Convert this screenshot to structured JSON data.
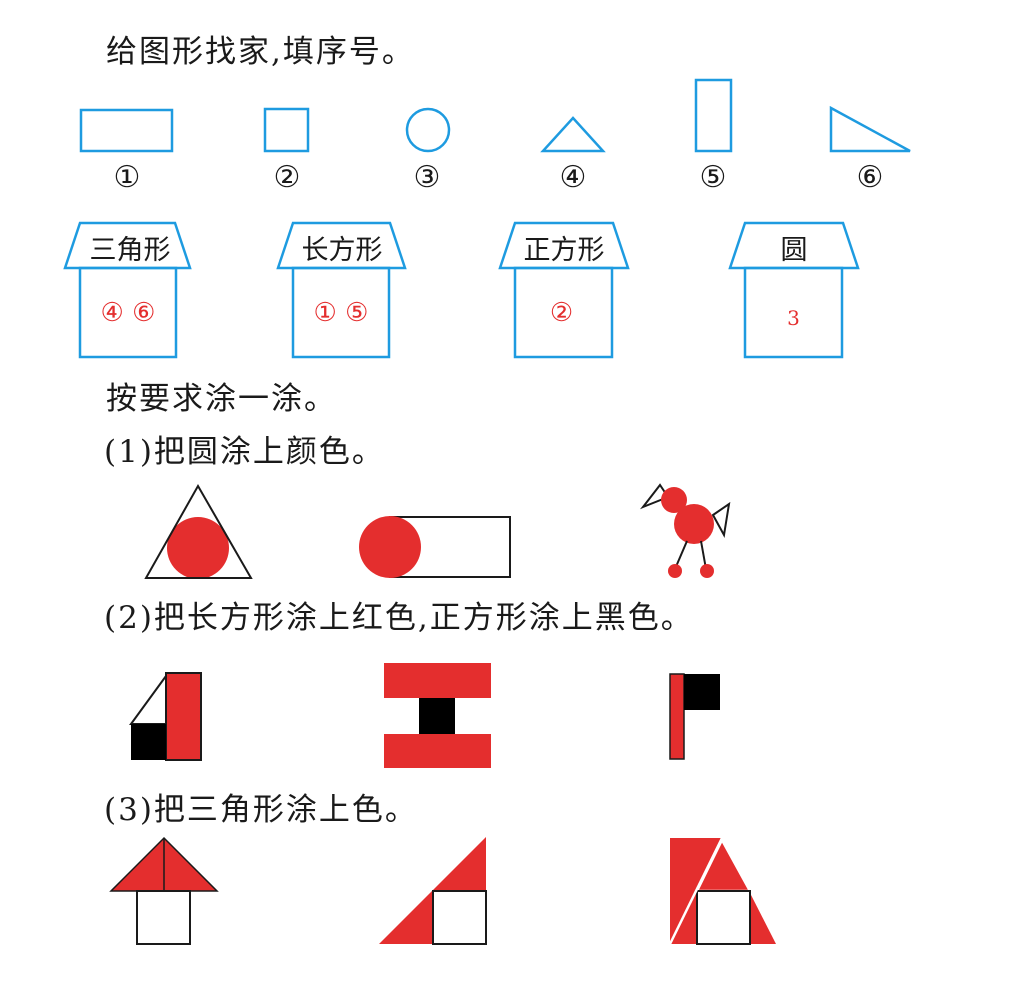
{
  "section1": {
    "title": "给图形找家,填序号。",
    "shapes": [
      {
        "number": "①",
        "icon": "rectangle-icon"
      },
      {
        "number": "②",
        "icon": "square-icon"
      },
      {
        "number": "③",
        "icon": "circle-icon"
      },
      {
        "number": "④",
        "icon": "triangle-icon"
      },
      {
        "number": "⑤",
        "icon": "tall-rectangle-icon"
      },
      {
        "number": "⑥",
        "icon": "right-triangle-icon"
      }
    ],
    "houses": [
      {
        "label": "三角形",
        "answer": "④  ⑥"
      },
      {
        "label": "长方形",
        "answer": "①  ⑤"
      },
      {
        "label": "正方形",
        "answer": "②"
      },
      {
        "label": "圆",
        "answer": "3"
      }
    ]
  },
  "section2": {
    "title": "按要求涂一涂。",
    "q1": "(1)把圆涂上颜色。",
    "q2": "(2)把长方形涂上红色,正方形涂上黑色。",
    "q3": "(3)把三角形涂上色。"
  },
  "colors": {
    "outline_blue": "#1e9be0",
    "fill_red": "#e42e2e",
    "fill_black": "#000000",
    "ink": "#1a1a1a"
  }
}
